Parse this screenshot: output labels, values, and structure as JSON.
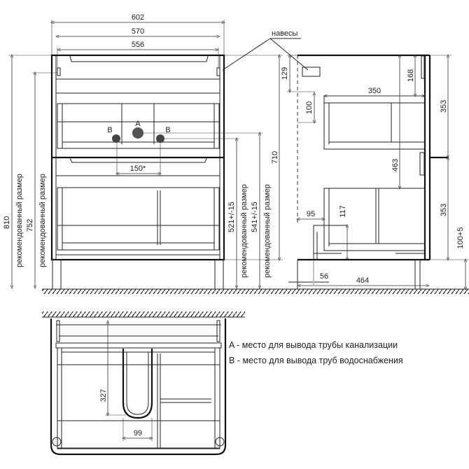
{
  "front_view": {
    "width_outer": "602",
    "width_mid": "570",
    "width_inner": "556",
    "total_height": "810",
    "hanger_height": "752",
    "recommended_label": "рекомендованный размер",
    "pipe_b_height": "521+/-15",
    "pipe_a_height": "541+/-15",
    "body_height": "710",
    "pipe_spacing": "150*",
    "label_a": "A",
    "label_b": "B",
    "hangers_label": "навесы"
  },
  "side_view": {
    "hanger_offset": "129",
    "hanger_size": "100",
    "drawer_depth": "350",
    "top_offset": "168",
    "drawer_gap": "463",
    "upper_height": "353",
    "lower_height": "353",
    "leg_height": "100+5",
    "back_offset": "95",
    "pipe_cut": "117",
    "leg_offset": "56",
    "depth": "464"
  },
  "plan_view": {
    "siphon_depth": "327",
    "siphon_width": "99"
  },
  "legend": {
    "a": "A - место для вывода трубы канализации",
    "b": "B - место для вывода труб водоснабжения"
  }
}
